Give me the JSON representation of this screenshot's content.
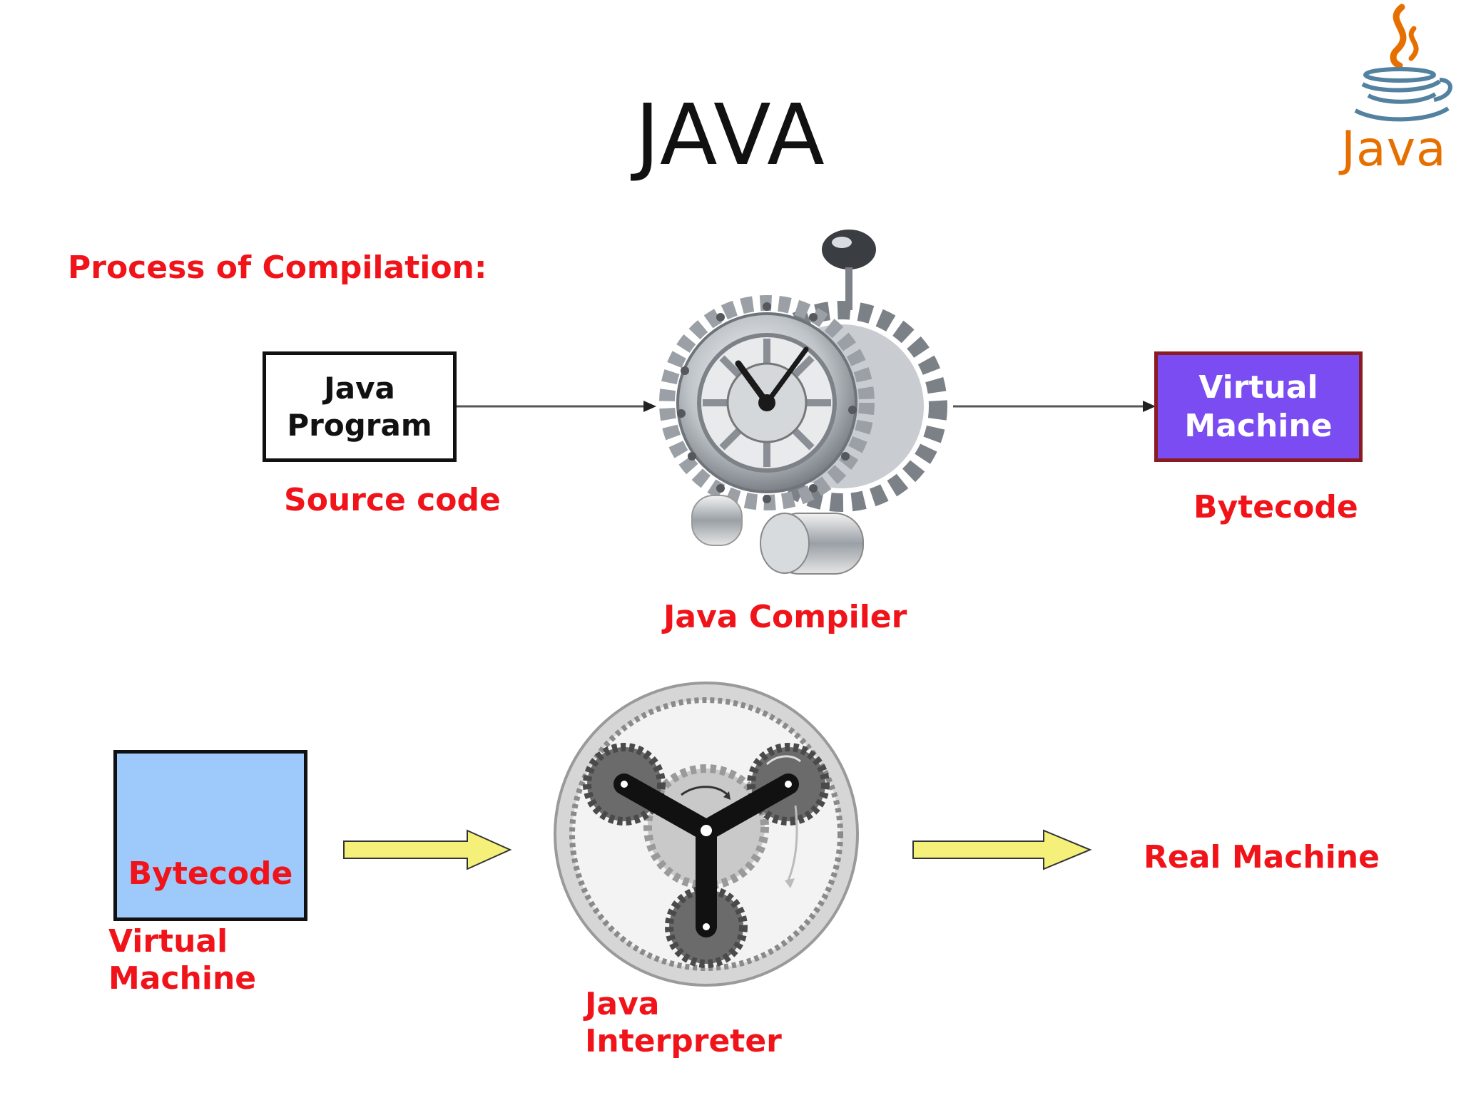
{
  "title": "JAVA",
  "logo": {
    "icon": "java-coffee-cup-icon",
    "text": "Java",
    "color_orange": "#e76f00",
    "color_blue": "#5382a1"
  },
  "heading": "Process of Compilation:",
  "compilation": {
    "program_box": {
      "line1": "Java",
      "line2": "Program"
    },
    "source_label": "Source code",
    "compiler_icon": "clockwork-gears-icon",
    "compiler_label": "Java Compiler",
    "vm_box": {
      "line1": "Virtual",
      "line2": "Machine"
    },
    "bytecode_label": "Bytecode"
  },
  "interpretation": {
    "bytecode_box": "Bytecode",
    "vm_label": {
      "line1": "Virtual",
      "line2": "Machine"
    },
    "interpreter_icon": "planetary-gear-icon",
    "interpreter_label": {
      "line1": "Java",
      "line2": "Interpreter"
    },
    "real_machine_label": "Real Machine"
  },
  "colors": {
    "label_red": "#f0141a",
    "vm_box_fill": "#7a4cf2",
    "vm_box_border": "#8b1b22",
    "bytecode_box_fill": "#9ec9fb",
    "arrow_yellow": "#f5f07a"
  }
}
